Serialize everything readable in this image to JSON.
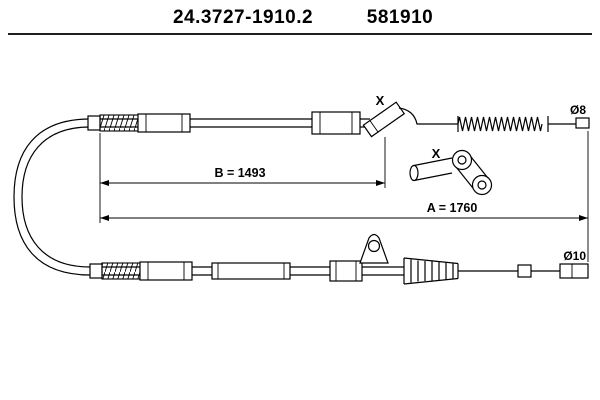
{
  "header": {
    "part_number": "24.3727-1910.2",
    "ref_number": "581910"
  },
  "diagram": {
    "dimensions": {
      "b": "B = 1493",
      "a": "A = 1760"
    },
    "diameters": {
      "top_end": "Ø8",
      "bottom_end": "Ø10"
    },
    "markers": {
      "housing_end": "X",
      "detail_view": "X"
    }
  },
  "colors": {
    "header_text": "#1e3f9e",
    "line": "#000000",
    "background": "#ffffff"
  }
}
